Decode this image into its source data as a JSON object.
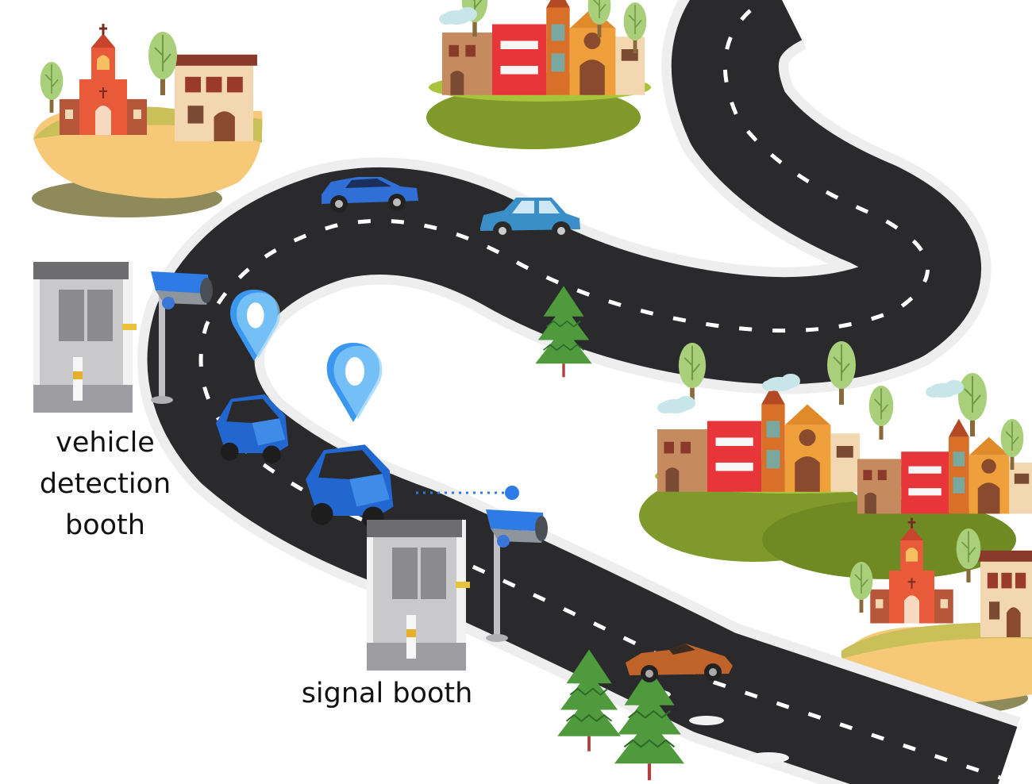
{
  "labels": {
    "vehicle_detection_booth": [
      "vehicle",
      "detection",
      "booth"
    ],
    "signal_booth": "signal booth"
  },
  "colors": {
    "road": "#2a2a2c",
    "road_edge": "#eeeeee",
    "lane_marking": "#ffffff",
    "grass": "#7f9a2a",
    "grass_light": "#a7c43a",
    "sand": "#f6c878",
    "accent_blue": "#2f7be6",
    "booth_gray": "#c9c9cc",
    "booth_roof": "#6d6d70",
    "tree": "#5a9a3c",
    "sports_car": "#c0632a"
  },
  "icons": [
    "church-icon",
    "townhouse-icon",
    "tree-icon",
    "pine-tree-icon",
    "car-icon",
    "sports-car-icon",
    "smart-car-icon",
    "location-pin-icon",
    "security-camera-icon",
    "booth-icon",
    "cloud-icon"
  ]
}
